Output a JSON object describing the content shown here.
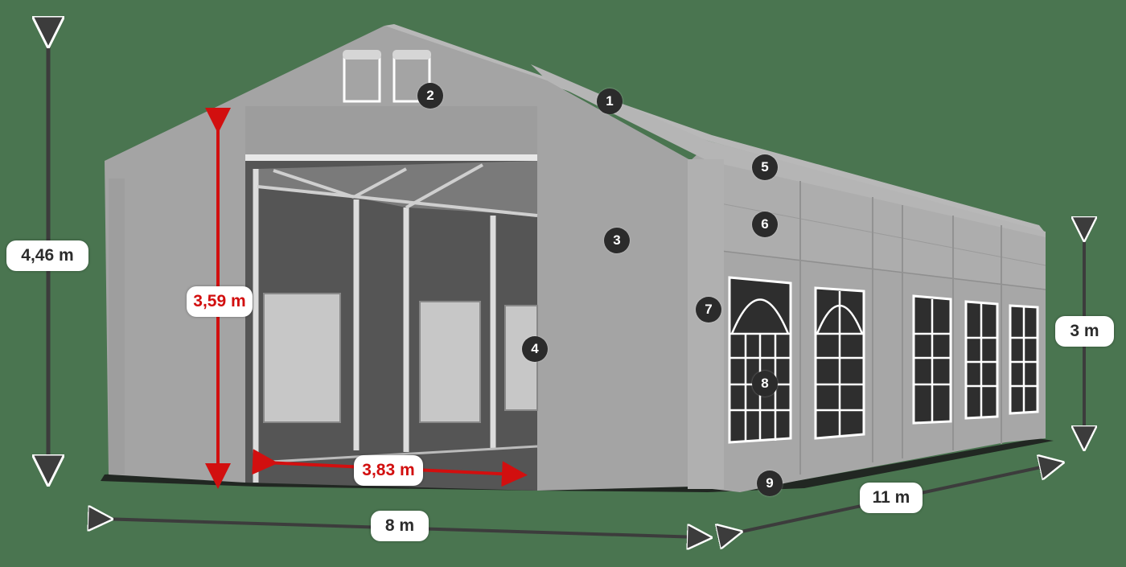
{
  "diagram": {
    "subject": "Party tent with walls and windows",
    "colors": {
      "background": "#4a7550",
      "tent_fabric": "#a9a9a9",
      "interior": "#5a5a5a",
      "dimension_dark": "#3c3c3c",
      "dimension_red": "#d20f0f",
      "marker": "#2b2b2b"
    },
    "dimensions": {
      "total_height": "4,46 m",
      "entrance_height": "3,59 m",
      "entrance_width": "3,83 m",
      "width": "8 m",
      "length": "11 m",
      "side_height": "3 m"
    },
    "markers": [
      "1",
      "2",
      "3",
      "4",
      "5",
      "6",
      "7",
      "8",
      "9"
    ]
  }
}
